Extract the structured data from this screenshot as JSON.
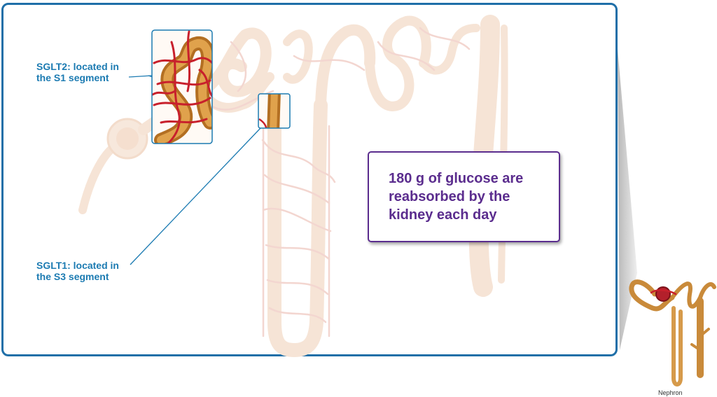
{
  "labels": {
    "sglt2_line1": "SGLT2: located in",
    "sglt2_line2": "the S1 segment",
    "sglt1_line1": "SGLT1: located in",
    "sglt1_line2": "the S3 segment"
  },
  "callout": {
    "line1": "180 g of glucose are",
    "line2": "reabsorbed by the",
    "line3": "kidney each day"
  },
  "nephron_caption": "Nephron",
  "colors": {
    "panel_border": "#1f6fa8",
    "label_text": "#1c7bb2",
    "callout_text": "#5b2d8e",
    "tubule_faded": "#f6e4d6",
    "tubule_highlight": "#d99a3f",
    "capillary": "#c8202c"
  }
}
